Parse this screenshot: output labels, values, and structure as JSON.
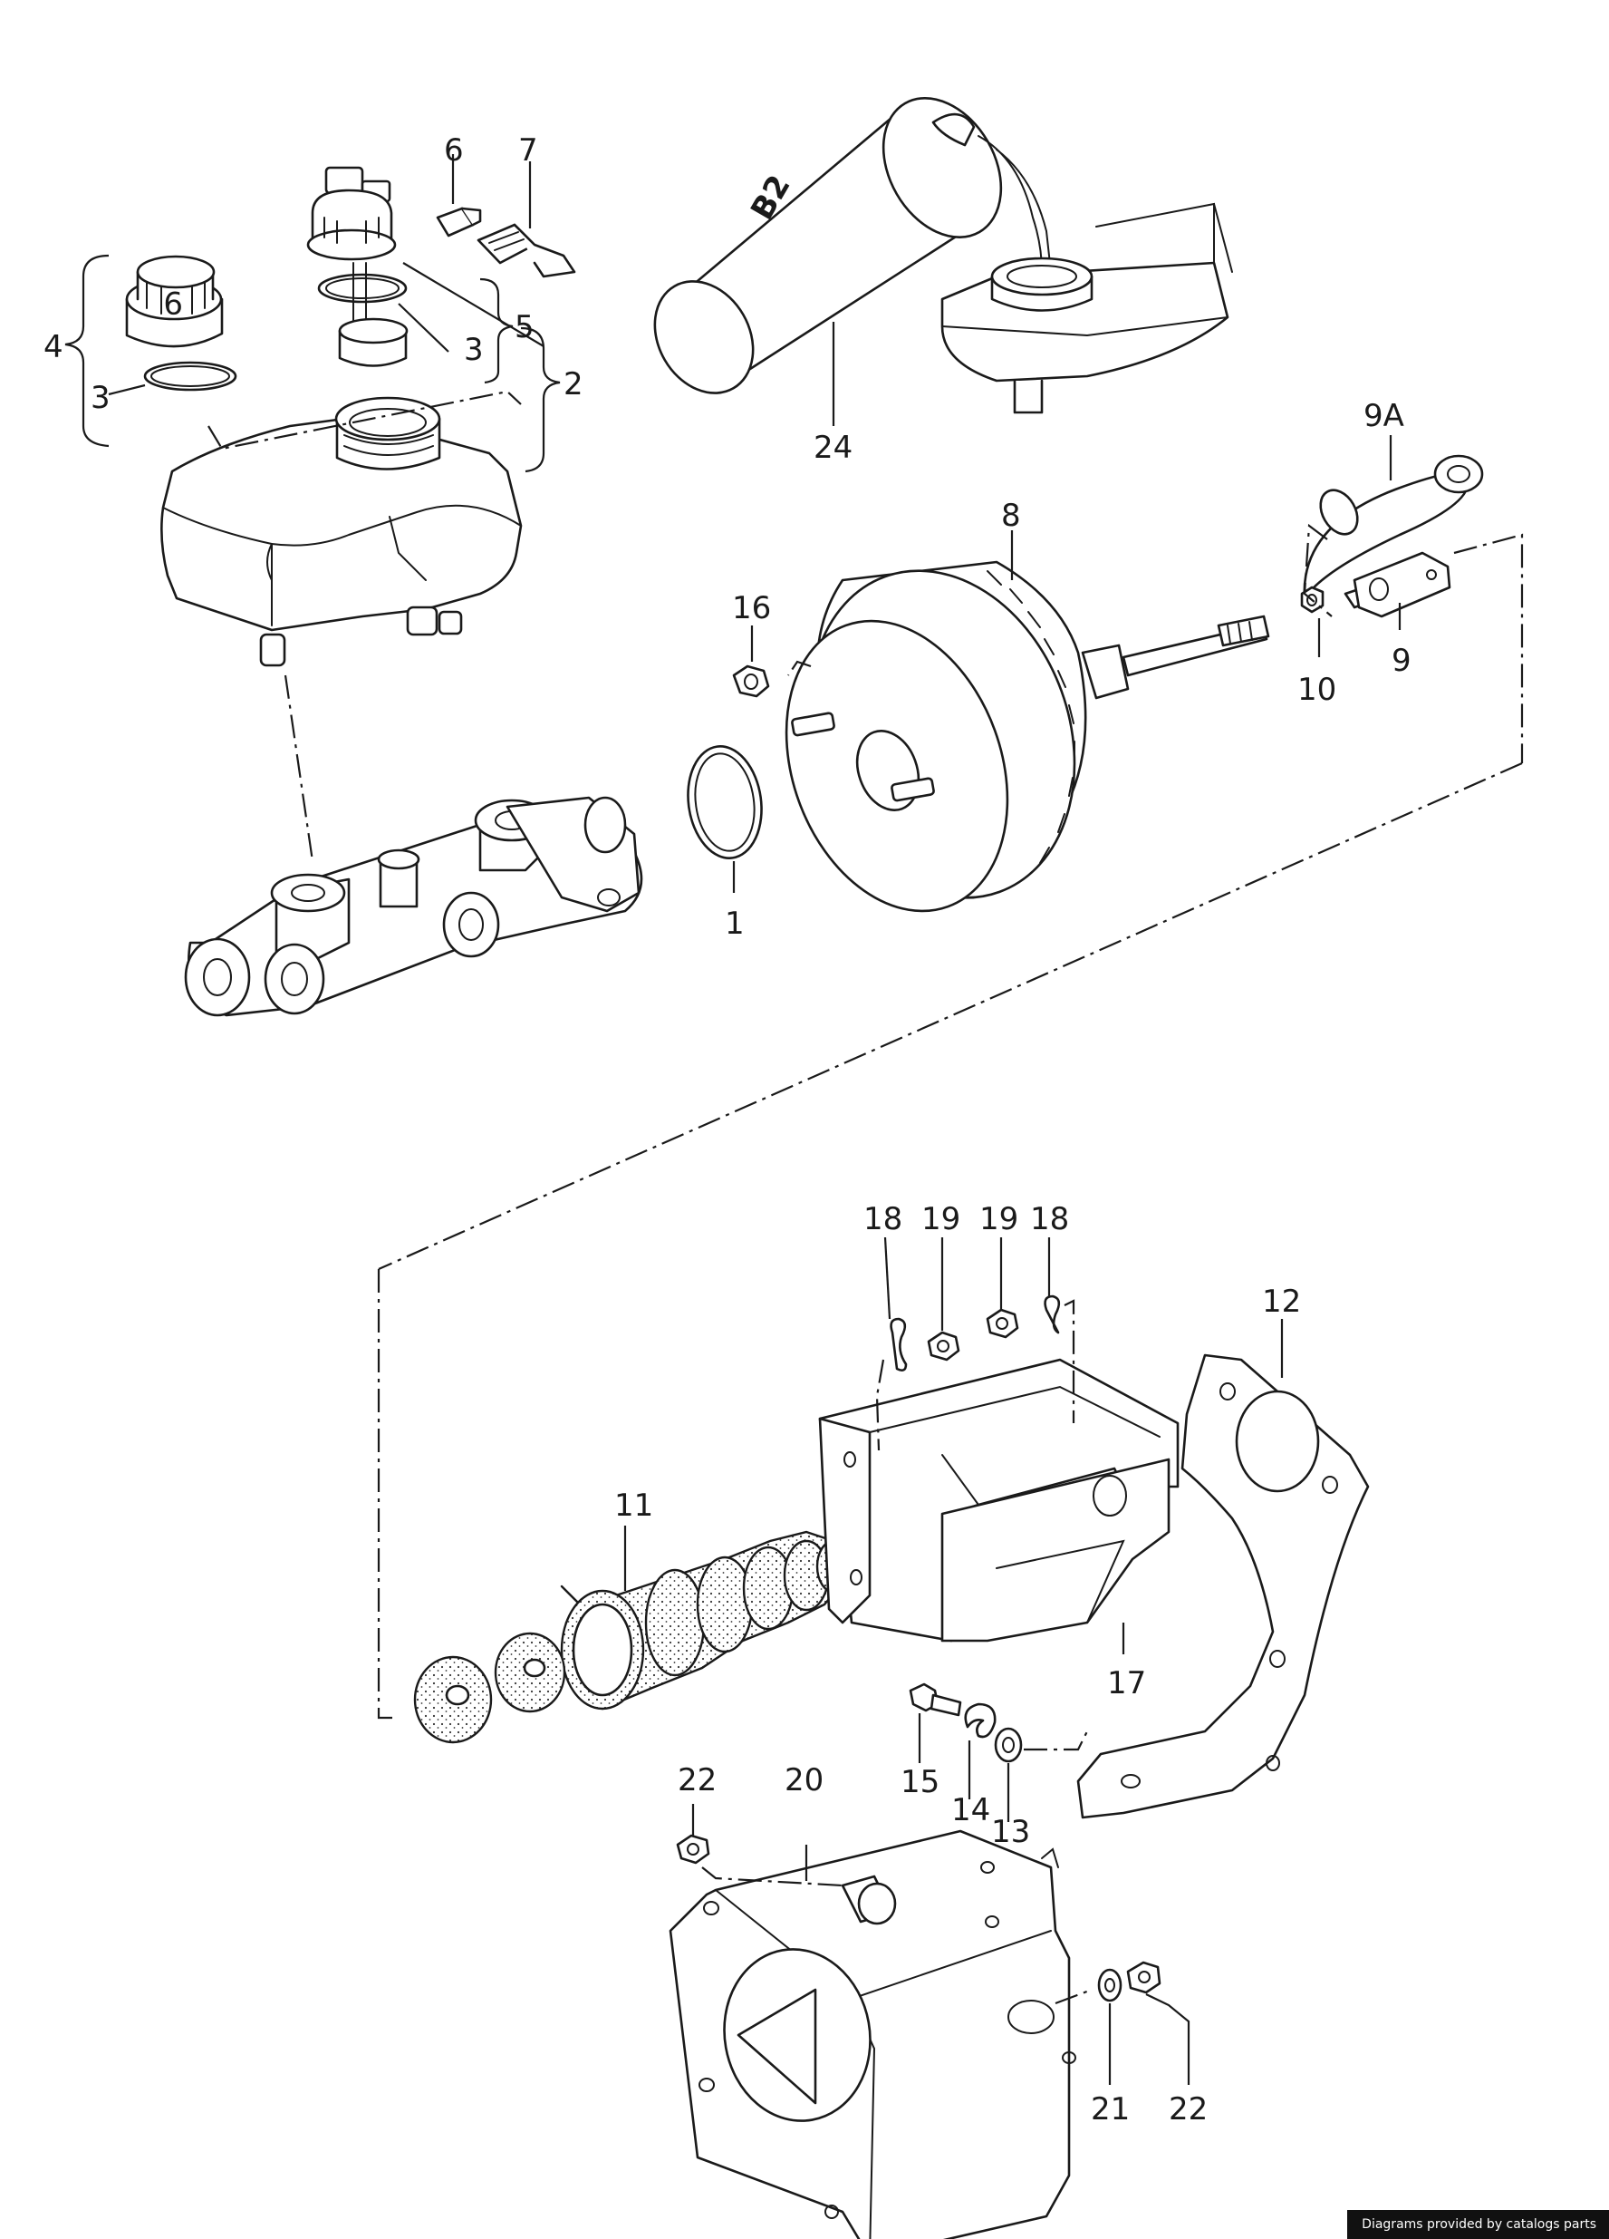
{
  "callouts": {
    "c1": "1",
    "c2": "2",
    "c3a": "3",
    "c3b": "3",
    "c4": "4",
    "c5": "5",
    "c6": "6",
    "c7": "7",
    "c8": "8",
    "c9": "9",
    "c9a": "9A",
    "c10": "10",
    "c11": "11",
    "c12": "12",
    "c13": "13",
    "c14": "14",
    "c15": "15",
    "c16": "16",
    "c17": "17",
    "c18a": "18",
    "c18b": "18",
    "c19a": "19",
    "c19b": "19",
    "c20": "20",
    "c21": "21",
    "c22a": "22",
    "c22b": "22",
    "c24": "24"
  },
  "can_label": "B2",
  "cap_label": "9",
  "footer": {
    "credit": "Diagrams provided by catalogs parts"
  }
}
